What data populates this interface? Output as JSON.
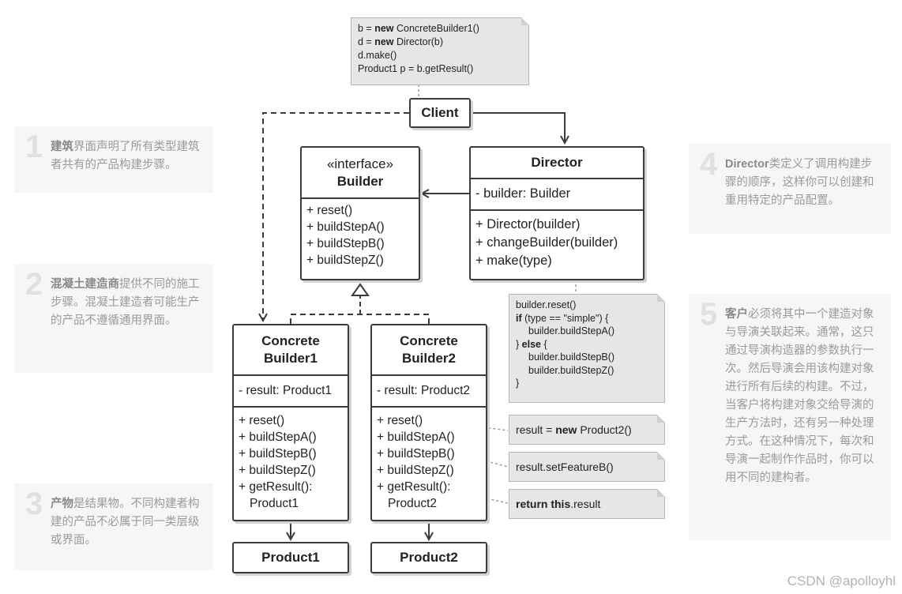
{
  "client_note": {
    "lines": [
      [
        "b = ",
        "new",
        " ConcreteBuilder1()"
      ],
      [
        "d = ",
        "new",
        " Director(b)"
      ],
      [
        "d.make()",
        "",
        ""
      ],
      [
        "Product1 p = b.getResult()",
        "",
        ""
      ]
    ]
  },
  "client": {
    "label": "Client"
  },
  "builder": {
    "stereotype": "«interface»",
    "name": "Builder",
    "methods": [
      "+ reset()",
      "+ buildStepA()",
      "+ buildStepB()",
      "+ buildStepZ()"
    ]
  },
  "director": {
    "name": "Director",
    "fields": [
      "- builder: Builder"
    ],
    "methods": [
      "+ Director(builder)",
      "+ changeBuilder(builder)",
      "+ make(type)"
    ]
  },
  "make_note": {
    "line1": "builder.reset()",
    "line2_kw": "if",
    "line2_rest": " (type == \"simple\") {",
    "line3": "builder.buildStepA()",
    "line4_kw": "else",
    "line4_pre": "} ",
    "line4_post": " {",
    "line5": "builder.buildStepB()",
    "line6": "builder.buildStepZ()",
    "line7": "}"
  },
  "cb1": {
    "name_line1": "Concrete",
    "name_line2": "Builder1",
    "field": "- result: Product1",
    "methods": [
      "+ reset()",
      "+ buildStepA()",
      "+ buildStepB()",
      "+ buildStepZ()",
      "+ getResult():",
      "Product1"
    ]
  },
  "cb2": {
    "name_line1": "Concrete",
    "name_line2": "Builder2",
    "field": "- result: Product2",
    "methods": [
      "+ reset()",
      "+ buildStepA()",
      "+ buildStepB()",
      "+ buildStepZ()",
      "+ getResult():",
      "Product2"
    ]
  },
  "product1": {
    "label": "Product1"
  },
  "product2": {
    "label": "Product2"
  },
  "notes_right": {
    "reset_pre": "result = ",
    "reset_kw": "new",
    "reset_post": " Product2()",
    "feature": "result.setFeatureB()",
    "return_kw": "return this",
    "return_post": ".result"
  },
  "panels": {
    "p1": {
      "num": "1",
      "bold": "建筑",
      "text": "界面声明了所有类型建筑者共有的产品构建步骤。"
    },
    "p2": {
      "num": "2",
      "bold": "混凝土建造商",
      "text": "提供不同的施工步骤。混凝土建造者可能生产的产品不遵循通用界面。"
    },
    "p3": {
      "num": "3",
      "bold": "产物",
      "text": "是结果物。不同构建者构建的产品不必属于同一类层级或界面。"
    },
    "p4": {
      "num": "4",
      "bold": "Director",
      "text": "类定义了调用构建步骤的顺序，这样你可以创建和重用特定的产品配置。"
    },
    "p5": {
      "num": "5",
      "bold": "客户",
      "text": "必须将其中一个建造对象与导演关联起来。通常，这只通过导演构造器的参数执行一次。然后导演会用该构建对象进行所有后续的构建。不过，当客户将构建对象交给导演的生产方法时，还有另一种处理方式。在这种情况下，每次和导演一起制作作品时，你可以用不同的建构者。"
    }
  },
  "watermark": "CSDN @apolloyhl",
  "colors": {
    "line": "#3b3b3b",
    "note_bg": "#e6e6e6",
    "panel_bg": "#f6f6f6"
  }
}
